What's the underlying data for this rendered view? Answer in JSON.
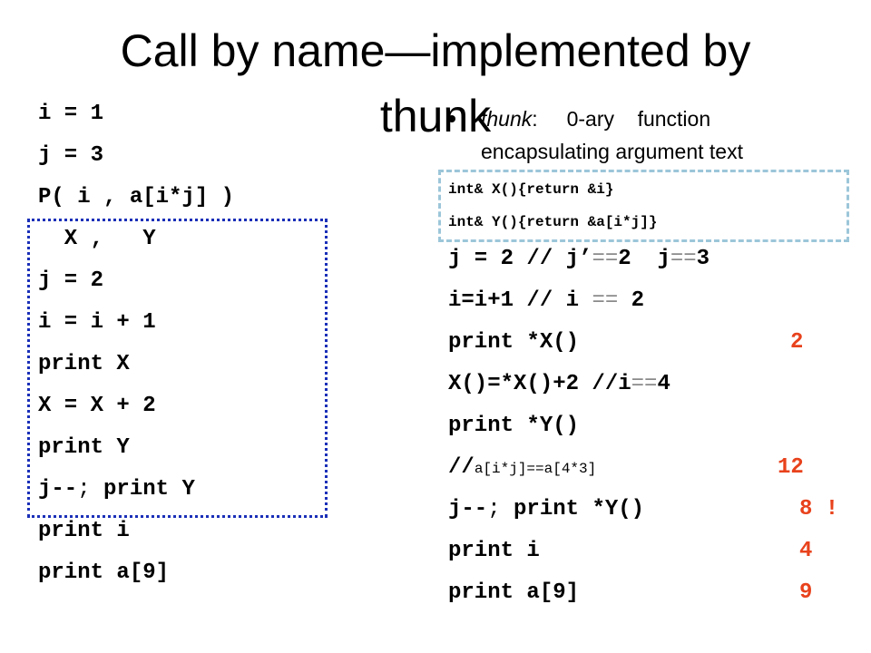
{
  "title": {
    "line1": "Call by name—implemented by",
    "line2": "thunk"
  },
  "left_code": {
    "l1": "i = 1",
    "l2": "j = 3",
    "l3": "P( i , a[i*j] )",
    "l4": "  X ,   Y",
    "l5": "j = 2",
    "l6": "i = i + 1",
    "l7": "print X",
    "l8": "X = X + 2",
    "l9": "print Y",
    "l10a": "j--",
    "l10b": ";",
    "l10c": " print Y",
    "l11": "print i",
    "l12": "print a[9]"
  },
  "bullet": {
    "term": "thunk",
    "colon": ":",
    "rest": "     0-ary    function",
    "line2": "encapsulating argument text"
  },
  "thunk_code": {
    "l1": "int& X(){return &i}",
    "l2": "int& Y(){return &a[i*j]}"
  },
  "right_code": {
    "r1a": "j = 2 // j’",
    "r1b": "==",
    "r1c": "2  j",
    "r1d": "==",
    "r1e": "3",
    "r2a": "i=i+1 // i ",
    "r2b": "==",
    "r2c": " 2",
    "r3a": "print *X()",
    "r3b": "2",
    "r4a": "X()=*X()+2 //i",
    "r4b": "==",
    "r4c": "4",
    "r5": "print *Y()",
    "r6a": "//",
    "r6b": "a[i*j]==a[4*3]",
    "r6c": "12",
    "r7a": "j--",
    "r7b": ";",
    "r7c": " print *Y()",
    "r7d": "8 !",
    "r8a": "print i",
    "r8b": "4",
    "r9a": "print a[9]",
    "r9b": "9"
  },
  "colors": {
    "result": "#e8421c",
    "dotted_box": "#1a2fb8",
    "dashed_box": "#9cc6d9"
  }
}
